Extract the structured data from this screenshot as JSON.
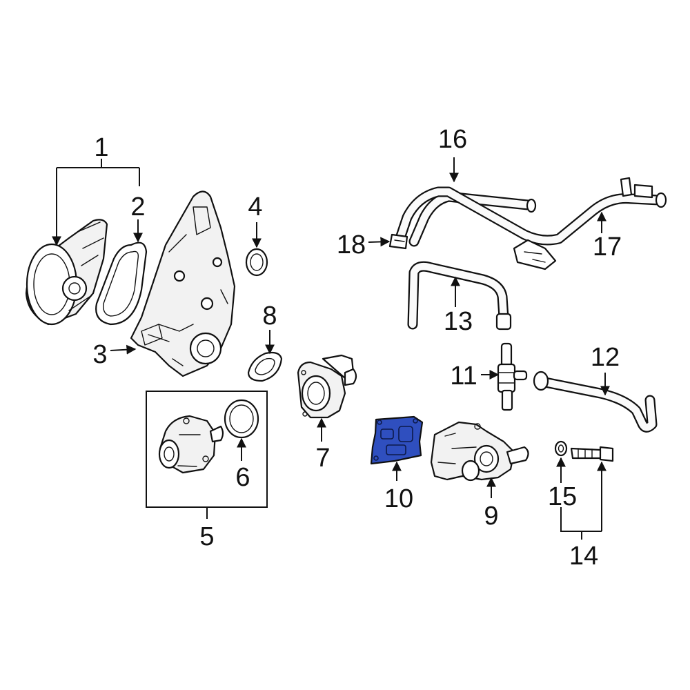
{
  "diagram": {
    "type": "exploded-parts-diagram",
    "highlight_color": "#2f4fbf",
    "highlighted_part": "10",
    "callouts": [
      "1",
      "2",
      "3",
      "4",
      "5",
      "6",
      "7",
      "8",
      "9",
      "10",
      "11",
      "12",
      "13",
      "14",
      "15",
      "16",
      "17",
      "18"
    ]
  }
}
